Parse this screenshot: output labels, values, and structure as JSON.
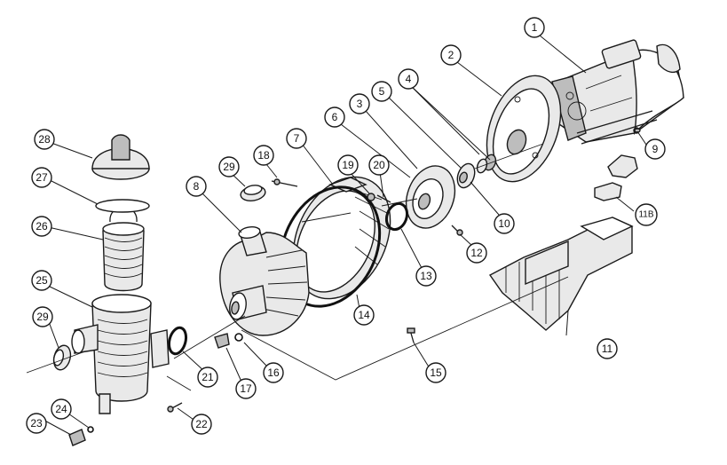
{
  "callouts": [
    {
      "id": "c1",
      "label": "1"
    },
    {
      "id": "c2",
      "label": "2"
    },
    {
      "id": "c3",
      "label": "3"
    },
    {
      "id": "c4",
      "label": "4"
    },
    {
      "id": "c5",
      "label": "5"
    },
    {
      "id": "c6",
      "label": "6"
    },
    {
      "id": "c7",
      "label": "7"
    },
    {
      "id": "c8",
      "label": "8"
    },
    {
      "id": "c9",
      "label": "9"
    },
    {
      "id": "c10",
      "label": "10"
    },
    {
      "id": "c11",
      "label": "11"
    },
    {
      "id": "c11b",
      "label": "11B"
    },
    {
      "id": "c12",
      "label": "12"
    },
    {
      "id": "c13",
      "label": "13"
    },
    {
      "id": "c14",
      "label": "14"
    },
    {
      "id": "c15",
      "label": "15"
    },
    {
      "id": "c16",
      "label": "16"
    },
    {
      "id": "c17",
      "label": "17"
    },
    {
      "id": "c18",
      "label": "18"
    },
    {
      "id": "c19",
      "label": "19"
    },
    {
      "id": "c20",
      "label": "20"
    },
    {
      "id": "c21",
      "label": "21"
    },
    {
      "id": "c22",
      "label": "22"
    },
    {
      "id": "c23",
      "label": "23"
    },
    {
      "id": "c24",
      "label": "24"
    },
    {
      "id": "c25",
      "label": "25"
    },
    {
      "id": "c26",
      "label": "26"
    },
    {
      "id": "c27",
      "label": "27"
    },
    {
      "id": "c28",
      "label": "28"
    },
    {
      "id": "c29a",
      "label": "29"
    },
    {
      "id": "c29b",
      "label": "29"
    }
  ]
}
